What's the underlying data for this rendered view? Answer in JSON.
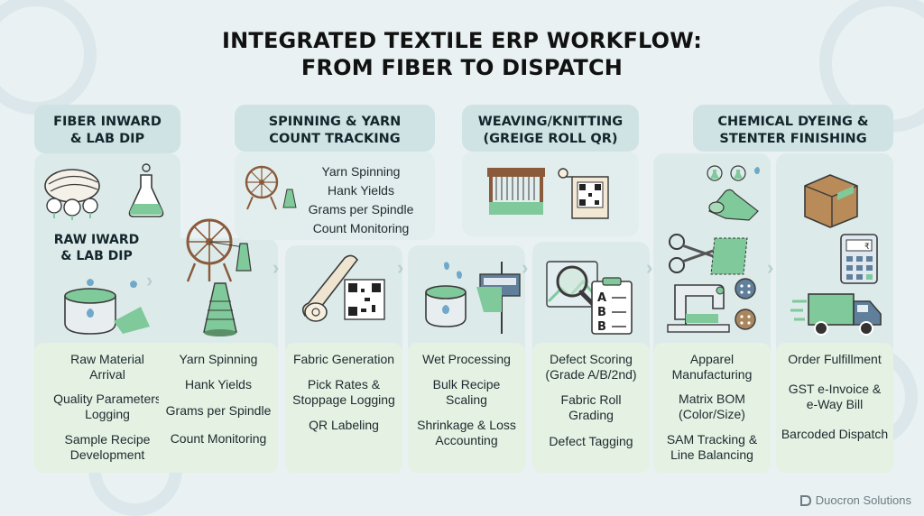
{
  "title": {
    "line1": "INTEGRATED TEXTILE ERP WORKFLOW:",
    "line2": "FROM FIBER TO DISPATCH"
  },
  "headers": [
    {
      "line1": "FIBER INWARD",
      "line2": "& LAB DIP"
    },
    {
      "line1": "SPINNING & YARN",
      "line2": "COUNT TRACKING"
    },
    {
      "line1": "WEAVING/KNITTING",
      "line2": "(GREIGE ROLL QR)"
    },
    {
      "line1": "CHEMICAL DYEING &",
      "line2": "STENTER FINISHING"
    }
  ],
  "raw_label": {
    "line1": "RAW IWARD",
    "line2": "& LAB DIP"
  },
  "spinning_top": [
    "Yarn Spinning",
    "Hank Yields",
    "Grams per Spindle",
    "Count Monitoring"
  ],
  "columns": [
    {
      "items": [
        [
          "Raw Material",
          "Arrival"
        ],
        [
          "Quality Parameters",
          "Logging"
        ],
        [
          "Sample Recipe",
          "Development"
        ]
      ]
    },
    {
      "items": [
        [
          "Yarn Spinning"
        ],
        [
          "Hank Yields"
        ],
        [
          "Grams per Spindle"
        ],
        [
          "Count Monitoring"
        ]
      ]
    },
    {
      "items": [
        [
          "Fabric Generation"
        ],
        [
          "Pick Rates &",
          "Stoppage Logging"
        ],
        [
          "QR Labeling"
        ]
      ]
    },
    {
      "items": [
        [
          "Wet Processing"
        ],
        [
          "Bulk Recipe",
          "Scaling"
        ],
        [
          "Shrinkage & Loss",
          "Accounting"
        ]
      ]
    },
    {
      "items": [
        [
          "Defect Scoring",
          "(Grade A/B/2nd)"
        ],
        [
          "Fabric Roll",
          "Grading"
        ],
        [
          "Defect Tagging"
        ]
      ]
    },
    {
      "items": [
        [
          "Apparel",
          "Manufacturing"
        ],
        [
          "Matrix BOM",
          "(Color/Size)"
        ],
        [
          "SAM Tracking &",
          "Line Balancing"
        ]
      ]
    },
    {
      "items": [
        [
          "Order Fulfillment"
        ],
        [
          "GST e-Invoice &",
          "e-Way Bill"
        ],
        [
          "Barcoded Dispatch"
        ]
      ]
    }
  ],
  "clipboard_grades": [
    "A",
    "B",
    "B"
  ],
  "brand": "Duocron Solutions",
  "colors": {
    "background": "#e9f1f3",
    "header": "#cfe3e4",
    "panel": "#dcebea",
    "list": "#e4f1e3",
    "accent_green": "#7fc99a"
  }
}
